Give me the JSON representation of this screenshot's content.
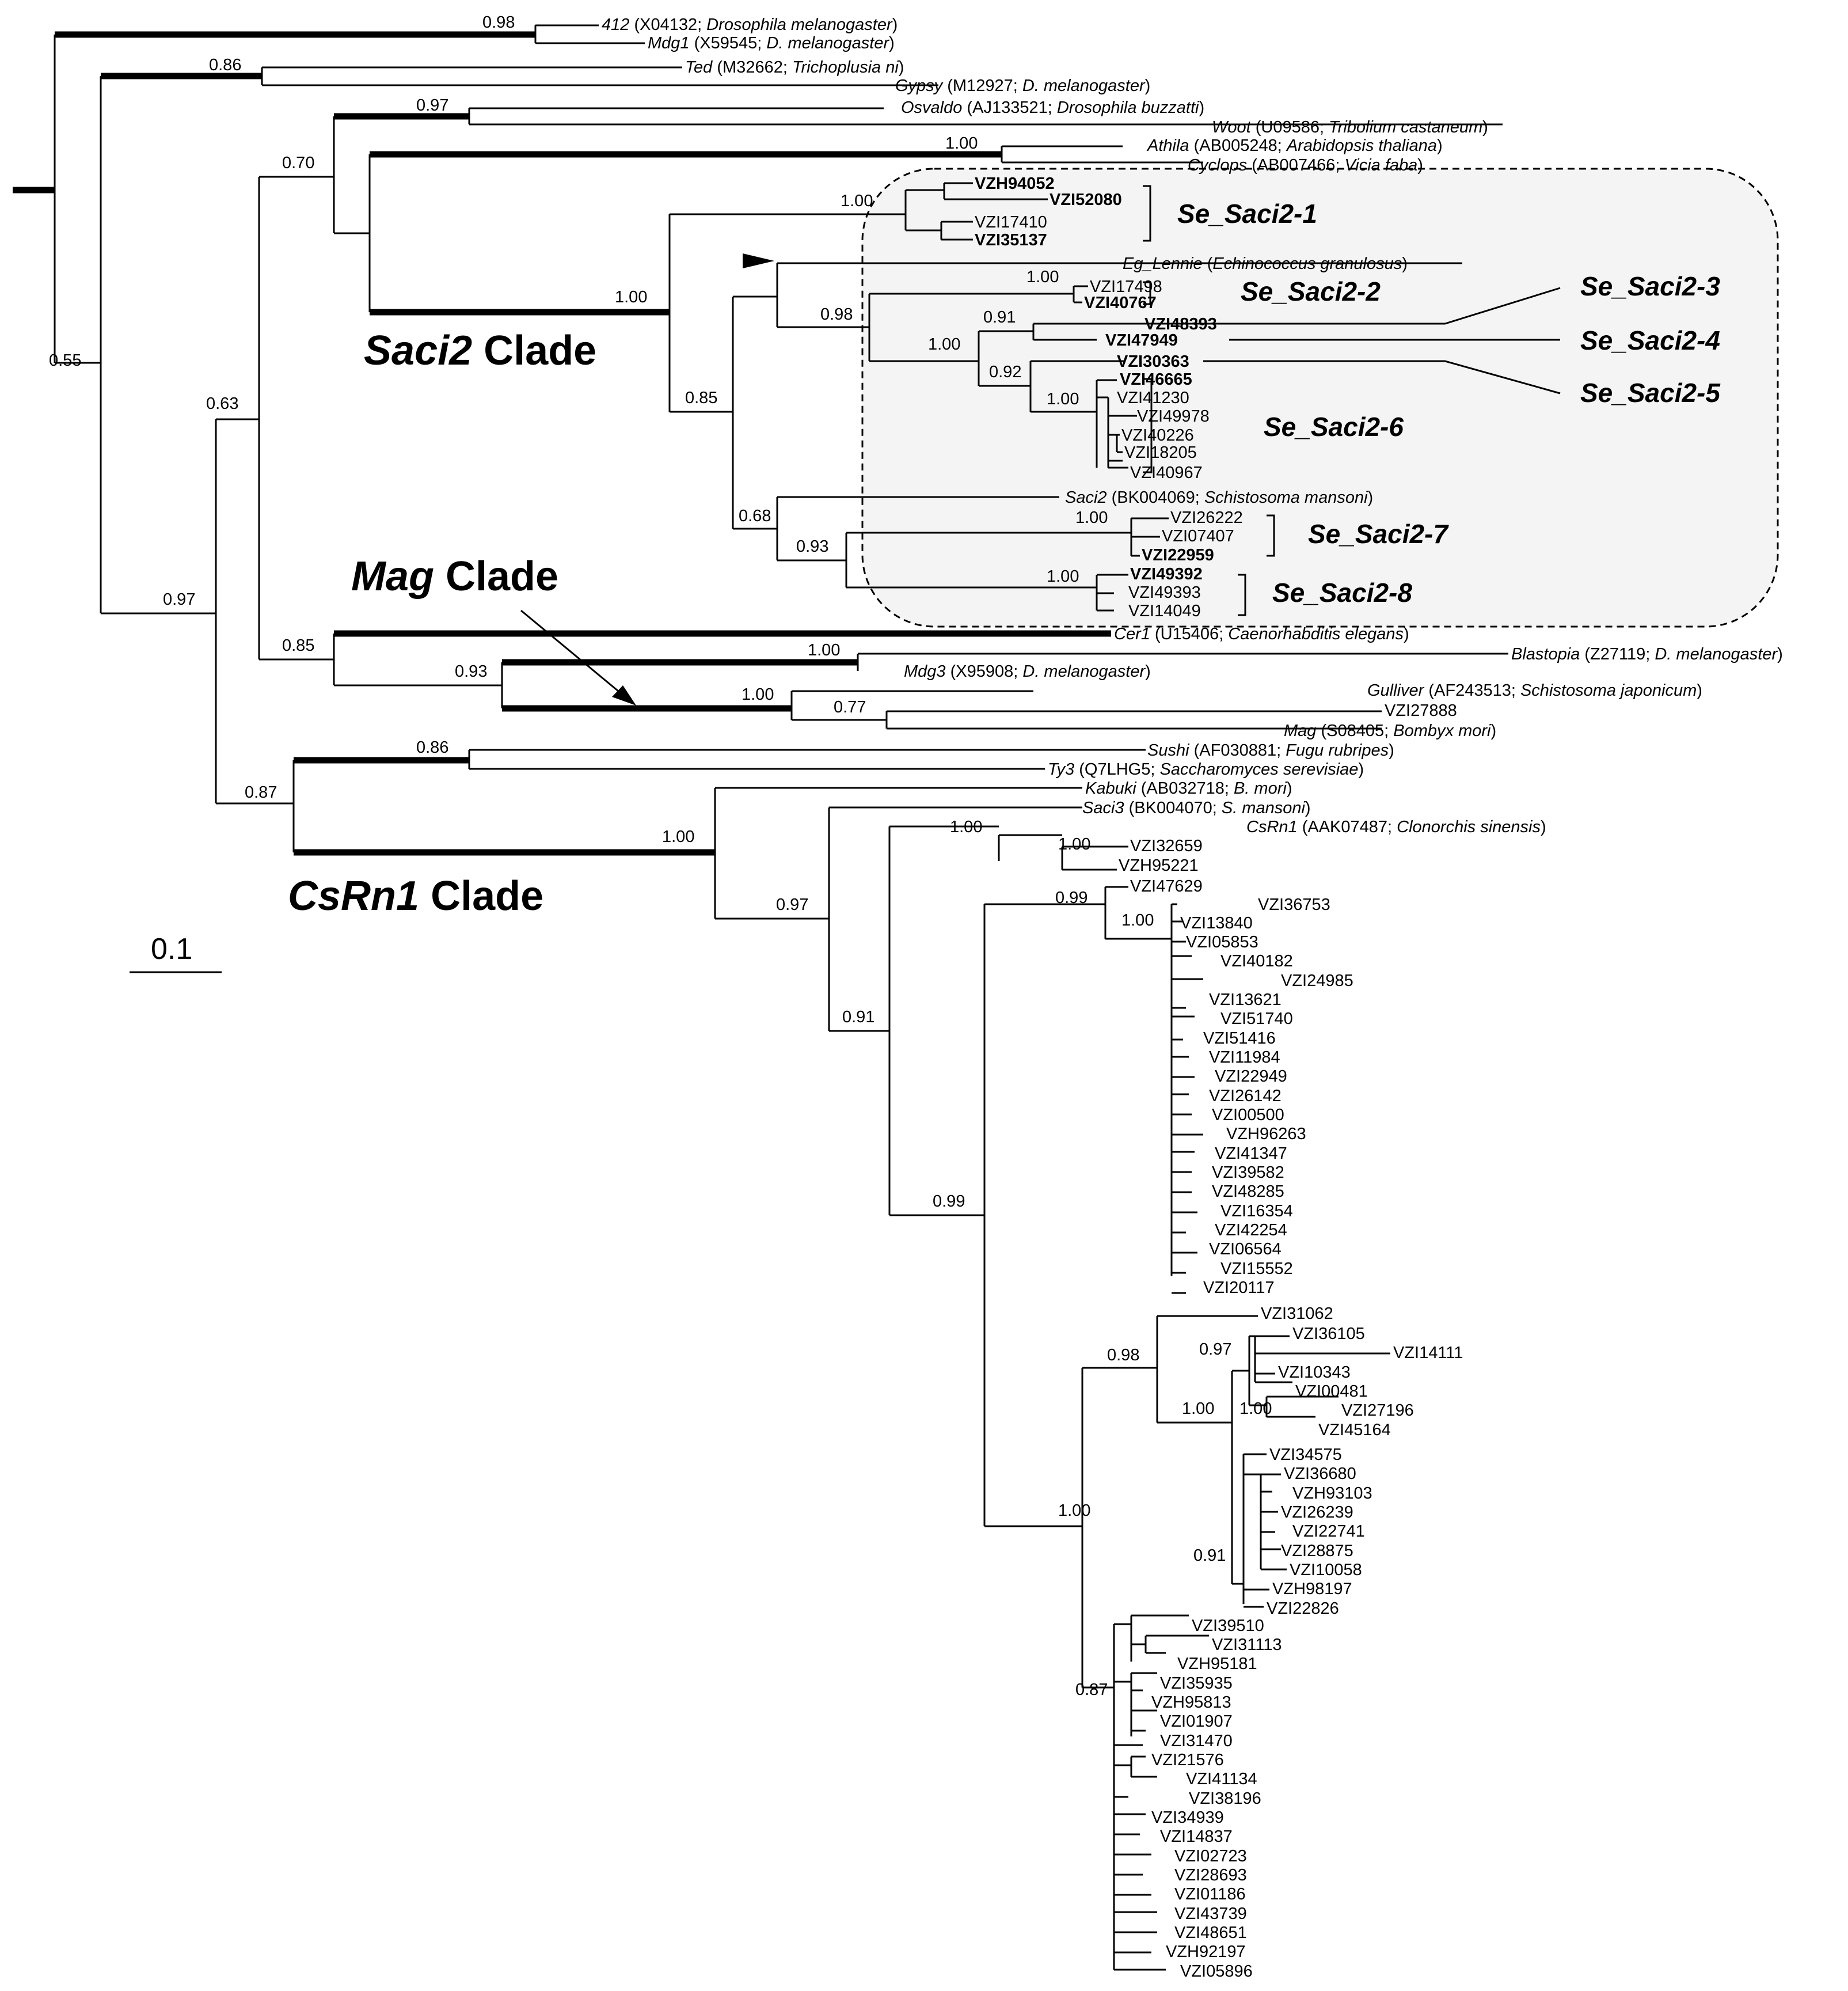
{
  "figure": {
    "scale_bar_label": "0.1",
    "clade_labels": {
      "saci2": {
        "italic": "Saci2",
        "rest": " Clade"
      },
      "mag": {
        "italic": "Mag",
        "rest": " Clade"
      },
      "csrn1": {
        "italic": "CsRn1",
        "rest": " Clade"
      }
    },
    "se_groups": [
      "Se_Saci2-1",
      "Se_Saci2-2",
      "Se_Saci2-3",
      "Se_Saci2-4",
      "Se_Saci2-5",
      "Se_Saci2-6",
      "Se_Saci2-7",
      "Se_Saci2-8"
    ],
    "supports": {
      "s098a": "0.98",
      "s086a": "0.86",
      "s097a": "0.97",
      "s070": "0.70",
      "s100a": "1.00",
      "s055": "0.55",
      "s100b": "1.00",
      "s100c": "1.00",
      "s098b": "0.98",
      "s091a": "0.91",
      "s100d": "1.00",
      "s092": "0.92",
      "s100e": "1.00",
      "s063": "0.63",
      "s085a": "0.85",
      "s068": "0.68",
      "s100f": "1.00",
      "s093a": "0.93",
      "s100g": "1.00",
      "s097b": "0.97",
      "s085b": "0.85",
      "s100h": "1.00",
      "s093b": "0.93",
      "s100i": "1.00",
      "s077": "0.77",
      "s086b": "0.86",
      "s087a": "0.87",
      "s100j": "1.00",
      "s100k": "1.00",
      "s100l": "1.00",
      "s097c": "0.97",
      "s099a": "0.99",
      "s100m": "1.00",
      "s091b": "0.91",
      "s099b": "0.99",
      "s098c": "0.98",
      "s097d": "0.97",
      "s100n": "1.00",
      "s100o": "1.00",
      "s100p": "1.00",
      "s091c": "0.91",
      "s087b": "0.87"
    },
    "outgroups": [
      {
        "name": "412",
        "rest": " (X04132; ",
        "species": "Drosophila melanogaster",
        "end": ")"
      },
      {
        "name": "Mdg1",
        "rest": " (X59545; ",
        "species": "D. melanogaster",
        "end": ")"
      },
      {
        "name": "Ted",
        "rest": " (M32662; ",
        "species": "Trichoplusia ni",
        "end": ")"
      },
      {
        "name": "Gypsy",
        "rest": " (M12927; ",
        "species": "D. melanogaster",
        "end": ")"
      },
      {
        "name": "Osvaldo",
        "rest": " (AJ133521; ",
        "species": "Drosophila buzzatti",
        "end": ")"
      },
      {
        "name": "Woot",
        "rest": " (U09586; ",
        "species": "Tribolium castaneum",
        "end": ")"
      },
      {
        "name": "Athila",
        "rest": " (AB005248; ",
        "species": "Arabidopsis thaliana",
        "end": ")"
      },
      {
        "name": "Cyclops",
        "rest": " (AB007466; ",
        "species": "Vicia faba",
        "end": ")"
      },
      {
        "name": "Eg_Lennie",
        "rest": " (",
        "species": "Echinococcus granulosus",
        "end": ")"
      },
      {
        "name": "Saci2",
        "rest": " (BK004069; ",
        "species": "Schistosoma mansoni",
        "end": ")"
      },
      {
        "name": "Cer1",
        "rest": " (U15406; ",
        "species": "Caenorhabditis elegans",
        "end": ")"
      },
      {
        "name": "Blastopia",
        "rest": " (Z27119; ",
        "species": "D. melanogaster",
        "end": ")"
      },
      {
        "name": "Mdg3",
        "rest": " (X95908; ",
        "species": "D. melanogaster",
        "end": ")"
      },
      {
        "name": "Gulliver",
        "rest": " (AF243513; ",
        "species": "Schistosoma japonicum",
        "end": ")"
      },
      {
        "name": "Mag",
        "rest": " (S08405; ",
        "species": "Bombyx mori",
        "end": ")"
      },
      {
        "name": "Sushi",
        "rest": " (AF030881; ",
        "species": "Fugu rubripes",
        "end": ")"
      },
      {
        "name": "Ty3",
        "rest": " (Q7LHG5; ",
        "species": "Saccharomyces serevisiae",
        "end": ")"
      },
      {
        "name": "Kabuki",
        "rest": " (AB032718; ",
        "species": "B. mori",
        "end": ")"
      },
      {
        "name": "Saci3",
        "rest": " (BK004070; ",
        "species": "S. mansoni",
        "end": ")"
      },
      {
        "name": "CsRn1",
        "rest": " (AAK07487; ",
        "species": "Clonorchis sinensis",
        "end": ")"
      }
    ],
    "vz": {
      "VZH94052": "VZH94052",
      "VZI52080": "VZI52080",
      "VZI17410": "VZI17410",
      "VZI35137": "VZI35137",
      "VZI17498": "VZI17498",
      "VZI40767": "VZI40767",
      "VZI48393": "VZI48393",
      "VZI47949": "VZI47949",
      "VZI30363": "VZI30363",
      "VZI46665": "VZI46665",
      "VZI41230": "VZI41230",
      "VZI49978": "VZI49978",
      "VZI40226": "VZI40226",
      "VZI18205": "VZI18205",
      "VZI40967": "VZI40967",
      "VZI26222": "VZI26222",
      "VZI07407": "VZI07407",
      "VZI22959": "VZI22959",
      "VZI49392": "VZI49392",
      "VZI49393": "VZI49393",
      "VZI14049": "VZI14049",
      "VZI27888": "VZI27888",
      "VZI32659": "VZI32659",
      "VZH95221": "VZH95221",
      "VZI47629": "VZI47629",
      "VZI36753": "VZI36753",
      "VZI13840": "VZI13840",
      "VZI05853": "VZI05853",
      "VZI40182": "VZI40182",
      "VZI24985": "VZI24985",
      "VZI13621": "VZI13621",
      "VZI51740": "VZI51740",
      "VZI51416": "VZI51416",
      "VZI11984": "VZI11984",
      "VZI22949": "VZI22949",
      "VZI26142": "VZI26142",
      "VZI00500": "VZI00500",
      "VZH96263": "VZH96263",
      "VZI41347": "VZI41347",
      "VZI39582": "VZI39582",
      "VZI48285": "VZI48285",
      "VZI16354": "VZI16354",
      "VZI42254": "VZI42254",
      "VZI06564": "VZI06564",
      "VZI15552": "VZI15552",
      "VZI20117": "VZI20117",
      "VZI31062": "VZI31062",
      "VZI36105": "VZI36105",
      "VZI14111": "VZI14111",
      "VZI10343": "VZI10343",
      "VZI00481": "VZI00481",
      "VZI27196": "VZI27196",
      "VZI45164": "VZI45164",
      "VZI34575": "VZI34575",
      "VZI36680": "VZI36680",
      "VZH93103": "VZH93103",
      "VZI26239": "VZI26239",
      "VZI22741": "VZI22741",
      "VZI28875": "VZI28875",
      "VZI10058": "VZI10058",
      "VZH98197": "VZH98197",
      "VZI22826": "VZI22826",
      "VZI39510": "VZI39510",
      "VZI31113": "VZI31113",
      "VZH95181": "VZH95181",
      "VZI35935": "VZI35935",
      "VZH95813": "VZH95813",
      "VZI01907": "VZI01907",
      "VZI31470": "VZI31470",
      "VZI21576": "VZI21576",
      "VZI41134": "VZI41134",
      "VZI38196": "VZI38196",
      "VZI34939": "VZI34939",
      "VZI14837": "VZI14837",
      "VZI02723": "VZI02723",
      "VZI28693": "VZI28693",
      "VZI01186": "VZI01186",
      "VZI43739": "VZI43739",
      "VZI48651": "VZI48651",
      "VZH92197": "VZH92197",
      "VZI05896": "VZI05896"
    }
  }
}
